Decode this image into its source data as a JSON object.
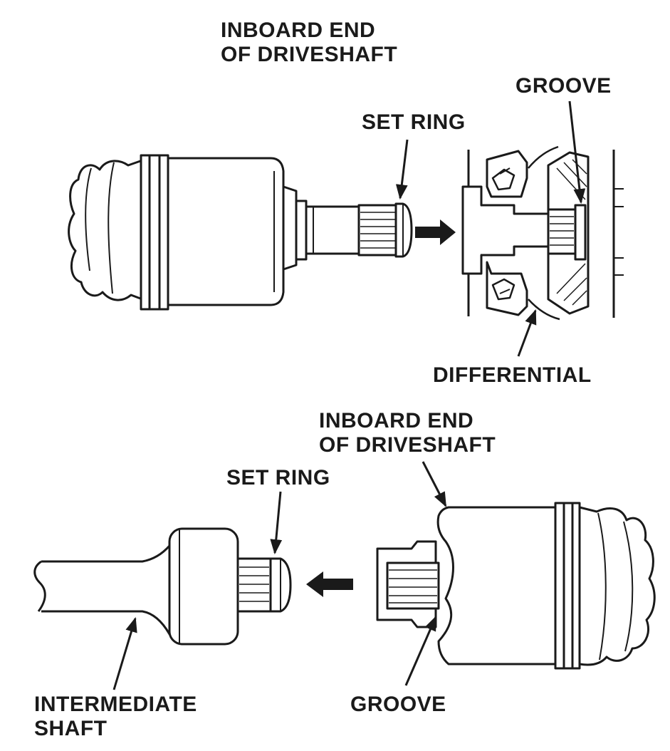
{
  "colors": {
    "ink": "#1a1a1a",
    "background": "#ffffff"
  },
  "top": {
    "inboard_end_label": [
      "INBOARD END",
      "OF DRIVESHAFT"
    ],
    "set_ring_label": "SET RING",
    "groove_label": "GROOVE",
    "differential_label": "DIFFERENTIAL"
  },
  "bottom": {
    "inboard_end_label": [
      "INBOARD END",
      "OF DRIVESHAFT"
    ],
    "set_ring_label": "SET RING",
    "groove_label": "GROOVE",
    "intermediate_shaft_label": [
      "INTERMEDIATE",
      "SHAFT"
    ]
  }
}
